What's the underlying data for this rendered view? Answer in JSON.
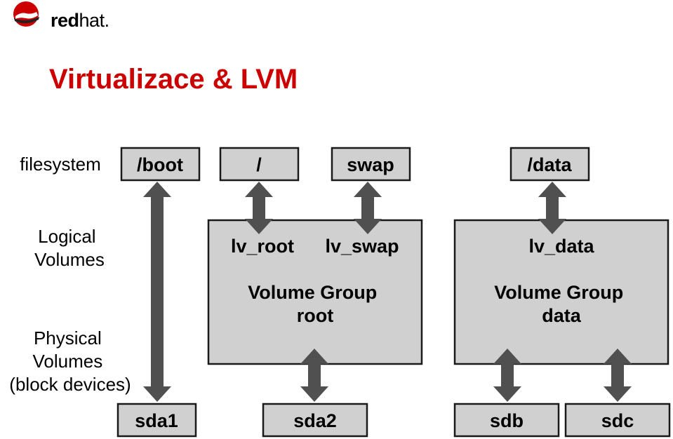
{
  "header": {
    "logo_text_bold": "red",
    "logo_text_light": "hat.",
    "title": "Virtualizace & LVM"
  },
  "row_labels": {
    "filesystem": [
      "filesystem"
    ],
    "logical": [
      "Logical",
      "Volumes"
    ],
    "physical": [
      "Physical",
      "Volumes",
      "(block devices)"
    ]
  },
  "filesystems": {
    "boot": "/boot",
    "root": "/",
    "swap": "swap",
    "data": "/data"
  },
  "volume_groups": {
    "root": {
      "lv_root": "lv_root",
      "lv_swap": "lv_swap",
      "title_lines": [
        "Volume Group",
        "root"
      ]
    },
    "data": {
      "lv_data": "lv_data",
      "title_lines": [
        "Volume Group",
        "data"
      ]
    }
  },
  "physical_volumes": {
    "sda1": "sda1",
    "sda2": "sda2",
    "sdb": "sdb",
    "sdc": "sdc"
  },
  "colors": {
    "brand_red": "#cc0000",
    "box_fill": "#d0d0d0",
    "box_stroke": "#1a1a1a",
    "arrow": "#505050",
    "text": "#000000"
  }
}
